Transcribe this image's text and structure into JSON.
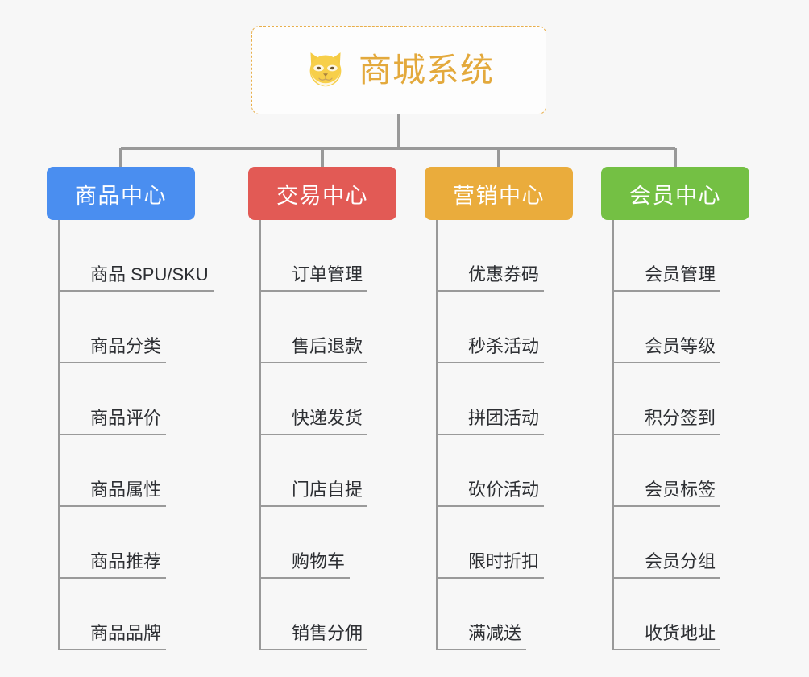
{
  "diagram": {
    "type": "mindmap",
    "background_color": "#f7f7f7",
    "root": {
      "title": "商城系统",
      "icon": "shiba-dog-face-emoji",
      "text_color": "#e3a93c",
      "border_color": "#e8ae4a",
      "background_color": "#fdfdfd"
    },
    "connector_color": "#999999",
    "branches": [
      {
        "label": "商品中心",
        "color": "#4a8ef0",
        "children": [
          "商品 SPU/SKU",
          "商品分类",
          "商品评价",
          "商品属性",
          "商品推荐",
          "商品品牌"
        ]
      },
      {
        "label": "交易中心",
        "color": "#e25a55",
        "children": [
          "订单管理",
          "售后退款",
          "快递发货",
          "门店自提",
          "购物车",
          "销售分佣"
        ]
      },
      {
        "label": "营销中心",
        "color": "#eaac3c",
        "children": [
          "优惠券码",
          "秒杀活动",
          "拼团活动",
          "砍价活动",
          "限时折扣",
          "满减送"
        ]
      },
      {
        "label": "会员中心",
        "color": "#74c044",
        "children": [
          "会员管理",
          "会员等级",
          "积分签到",
          "会员标签",
          "会员分组",
          "收货地址"
        ]
      }
    ]
  }
}
